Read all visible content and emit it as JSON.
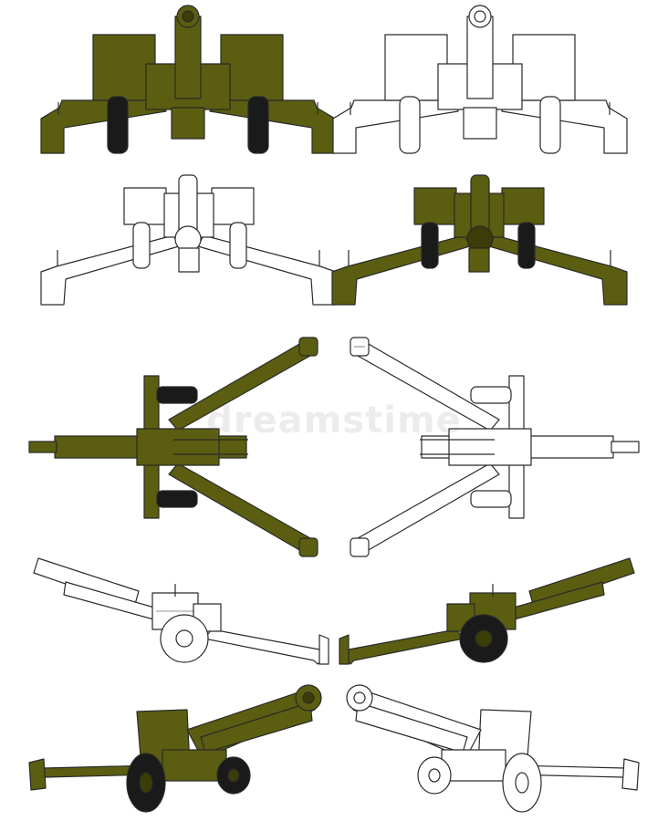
{
  "watermark": {
    "text": "dreamstime"
  },
  "colors": {
    "olive": "#5b5e10",
    "olive_dark": "#3b3d08",
    "tire": "#1a1a1a",
    "line": "#2a2a2a",
    "white": "#ffffff",
    "background": "#ffffff"
  },
  "views": [
    {
      "name": "front-view",
      "style": "olive"
    },
    {
      "name": "front-view",
      "style": "outline"
    },
    {
      "name": "rear-view",
      "style": "outline"
    },
    {
      "name": "rear-view",
      "style": "olive"
    },
    {
      "name": "top-view",
      "style": "olive"
    },
    {
      "name": "top-view",
      "style": "outline"
    },
    {
      "name": "side-view",
      "style": "outline"
    },
    {
      "name": "side-view",
      "style": "olive"
    },
    {
      "name": "three-quarter-view",
      "style": "olive"
    },
    {
      "name": "three-quarter-view",
      "style": "outline"
    }
  ]
}
